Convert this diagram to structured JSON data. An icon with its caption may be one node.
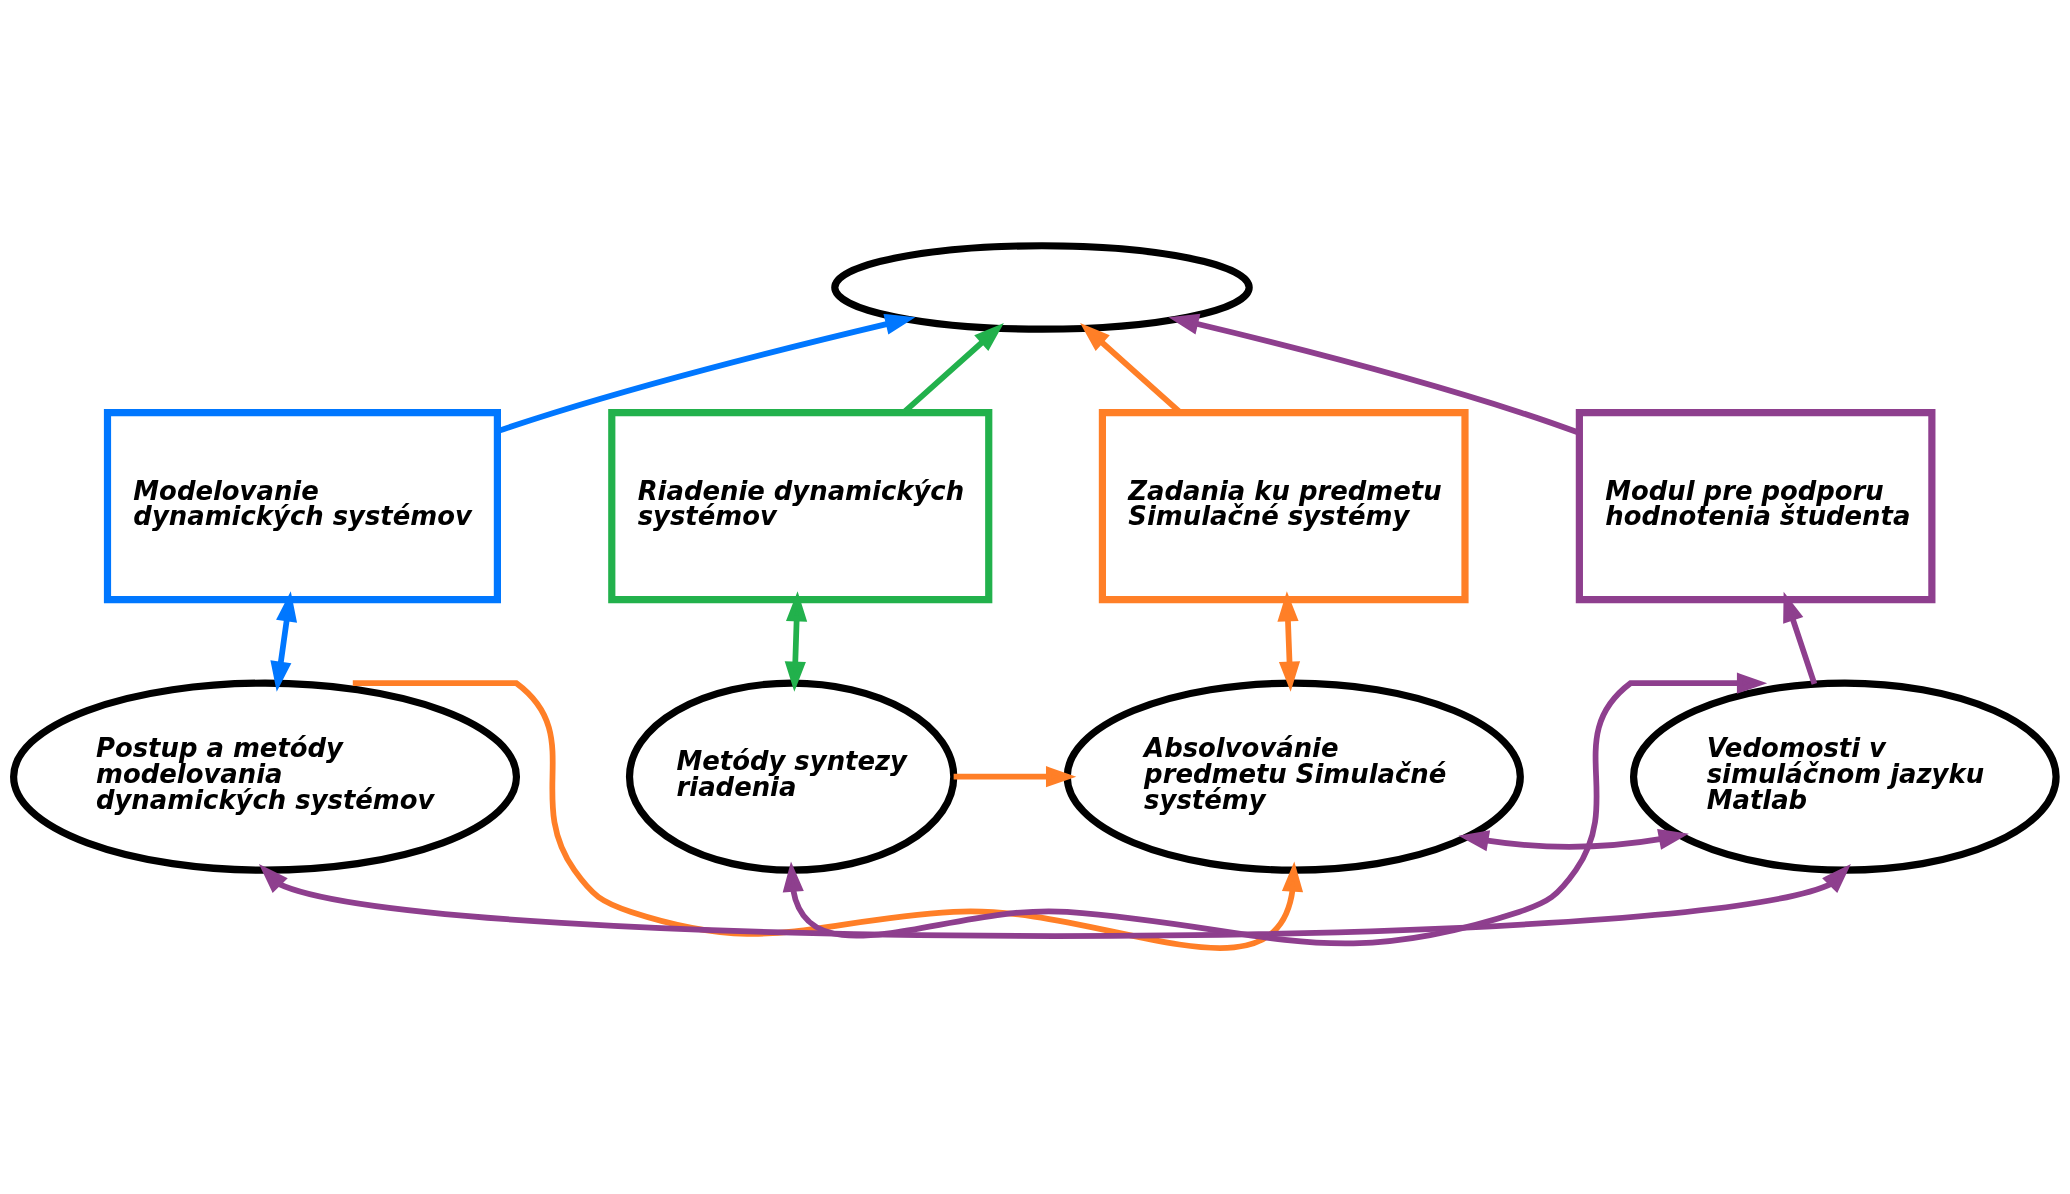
{
  "diagram": {
    "nodes": [
      {
        "text": [],
        "shape": "ellipse"
      },
      {
        "text": [
          "Modelovanie dynamických systémov"
        ]
      },
      {
        "text": [
          "Riadenie dynamických systémov"
        ]
      },
      {
        "text": [
          "Zadania ku predmetu Simulačné systémy"
        ]
      },
      {
        "text": [
          "Modul pre podporu hodnotenia študenta"
        ]
      },
      {
        "text": [
          "Postup a metódy modelovania dynamických systémov"
        ]
      },
      {
        "text": [
          "Metódy syntezy riadenia"
        ]
      },
      {
        "text": [
          "Absolvovánie predmetu Simulačné systémy"
        ]
      },
      {
        "text": [
          "Vedomosti v simuláčnom jazyku Matlab"
        ]
      }
    ],
    "edges": [
      {
        "from": 1,
        "to": 0,
        "arrow": "to",
        "color": "#0077ff"
      },
      {
        "from": 2,
        "to": 0,
        "arrow": "to",
        "color": "#22b14c"
      },
      {
        "from": 3,
        "to": 0,
        "arrow": "to",
        "color": "#ff7f27"
      },
      {
        "from": 4,
        "to": 0,
        "arrow": "to",
        "color": "#8e3f8e"
      },
      {
        "from": 5,
        "to": 1,
        "arrow": "both",
        "color": "#0077ff"
      },
      {
        "from": 6,
        "to": 2,
        "arrow": "both",
        "color": "#22b14c"
      },
      {
        "from": 7,
        "to": 3,
        "arrow": "both",
        "color": "#ff7f27"
      },
      {
        "from": 8,
        "to": 4,
        "arrow": "to",
        "color": "#8e3f8e"
      },
      {
        "from": 5,
        "to": 8,
        "arrow": "both",
        "color": "#8e3f8e"
      },
      {
        "from": 6,
        "to": 8,
        "arrow": "both",
        "color": "#8e3f8e"
      },
      {
        "from": 7,
        "to": 8,
        "arrow": "both",
        "color": "#8e3f8e"
      },
      {
        "from": 5,
        "to": 7,
        "arrow": "to",
        "color": "#ff7f27"
      },
      {
        "from": 6,
        "to": 7,
        "arrow": "to",
        "color": "#ff7f27"
      }
    ]
  }
}
